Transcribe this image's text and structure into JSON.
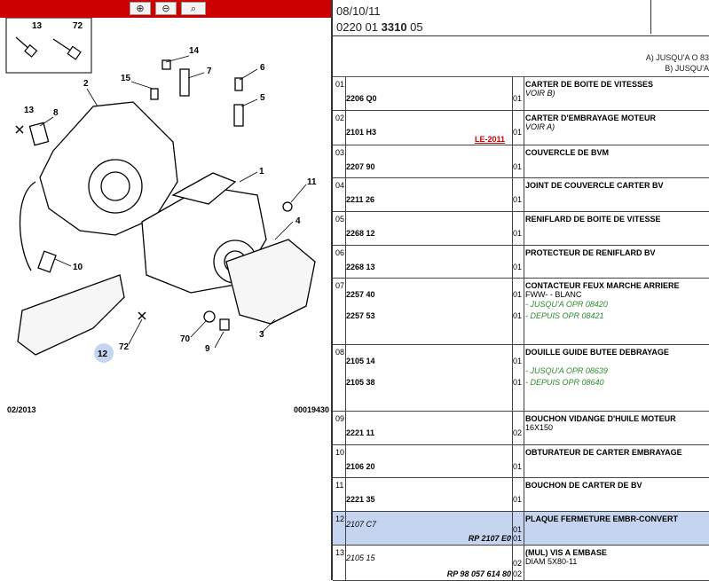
{
  "toolbar": {
    "zoom_in": "⊕",
    "zoom_out": "⊖",
    "zoom_window": "⌕"
  },
  "diagram": {
    "callouts": [
      "13",
      "72",
      "14",
      "7",
      "15",
      "2",
      "6",
      "5",
      "13",
      "8",
      "1",
      "11",
      "4",
      "10",
      "12",
      "70",
      "9",
      "3",
      "72"
    ],
    "footer_left": "02/2013",
    "footer_right": "00019430"
  },
  "header": {
    "date": "08/10/11",
    "code_prefix": "0220 01",
    "code_bold": "3310",
    "code_suffix": "05",
    "note_a": "A) JUSQU'A O 83",
    "note_b": "B) JUSQU'A"
  },
  "rows": [
    {
      "num": "01",
      "ref": "2206 Q0",
      "qty": "01",
      "desc": "CARTER DE BOITE DE VITESSES",
      "sub": "VOIR B)"
    },
    {
      "num": "02",
      "ref": "2101 H3",
      "qty": "01",
      "desc": "CARTER D'EMBRAYAGE MOTEUR",
      "sub": "VOIR A)",
      "flag": "LE-2011"
    },
    {
      "num": "03",
      "ref": "2207 90",
      "qty": "01",
      "desc": "COUVERCLE DE BVM"
    },
    {
      "num": "04",
      "ref": "2211 26",
      "qty": "01",
      "desc": "JOINT DE COUVERCLE CARTER BV"
    },
    {
      "num": "05",
      "ref": "2268 12",
      "qty": "01",
      "desc": "RENIFLARD DE BOITE DE VITESSE"
    },
    {
      "num": "06",
      "ref": "2268 13",
      "qty": "01",
      "desc": "PROTECTEUR DE RENIFLARD BV"
    },
    {
      "num": "07",
      "ref": "2257 40",
      "qty": "01",
      "desc": "CONTACTEUR FEUX MARCHE ARRIERE",
      "sub": "FWW- - BLANC",
      "green1": "- JUSQU'A OPR 08420",
      "ref2": "2257 53",
      "qty2": "01",
      "green2": "- DEPUIS OPR 08421"
    },
    {
      "num": "08",
      "ref": "2105 14",
      "qty": "01",
      "desc": "DOUILLE GUIDE BUTEE DEBRAYAGE",
      "green1": "- JUSQU'A OPR 08639",
      "ref2": "2105 38",
      "qty2": "01",
      "green2": "- DEPUIS OPR 08640"
    },
    {
      "num": "09",
      "ref": "2221 11",
      "qty": "02",
      "desc": "BOUCHON VIDANGE D'HUILE MOTEUR",
      "sub": "16X150"
    },
    {
      "num": "10",
      "ref": "2106 20",
      "qty": "01",
      "desc": "OBTURATEUR DE CARTER EMBRAYAGE"
    },
    {
      "num": "11",
      "ref": "2221 35",
      "qty": "01",
      "desc": "BOUCHON DE CARTER DE BV"
    },
    {
      "num": "12",
      "ref": "2107 C7",
      "qty": "01",
      "desc": "PLAQUE FERMETURE EMBR-CONVERT",
      "ref2": "RP 2107 E0",
      "qty2": "01"
    },
    {
      "num": "13",
      "ref": "2105 15",
      "qty": "02",
      "desc": "(MUL) VIS A EMBASE",
      "sub": "DIAM 5X80-11",
      "ref2": "RP 98 057 614 80",
      "qty2": "02"
    }
  ]
}
